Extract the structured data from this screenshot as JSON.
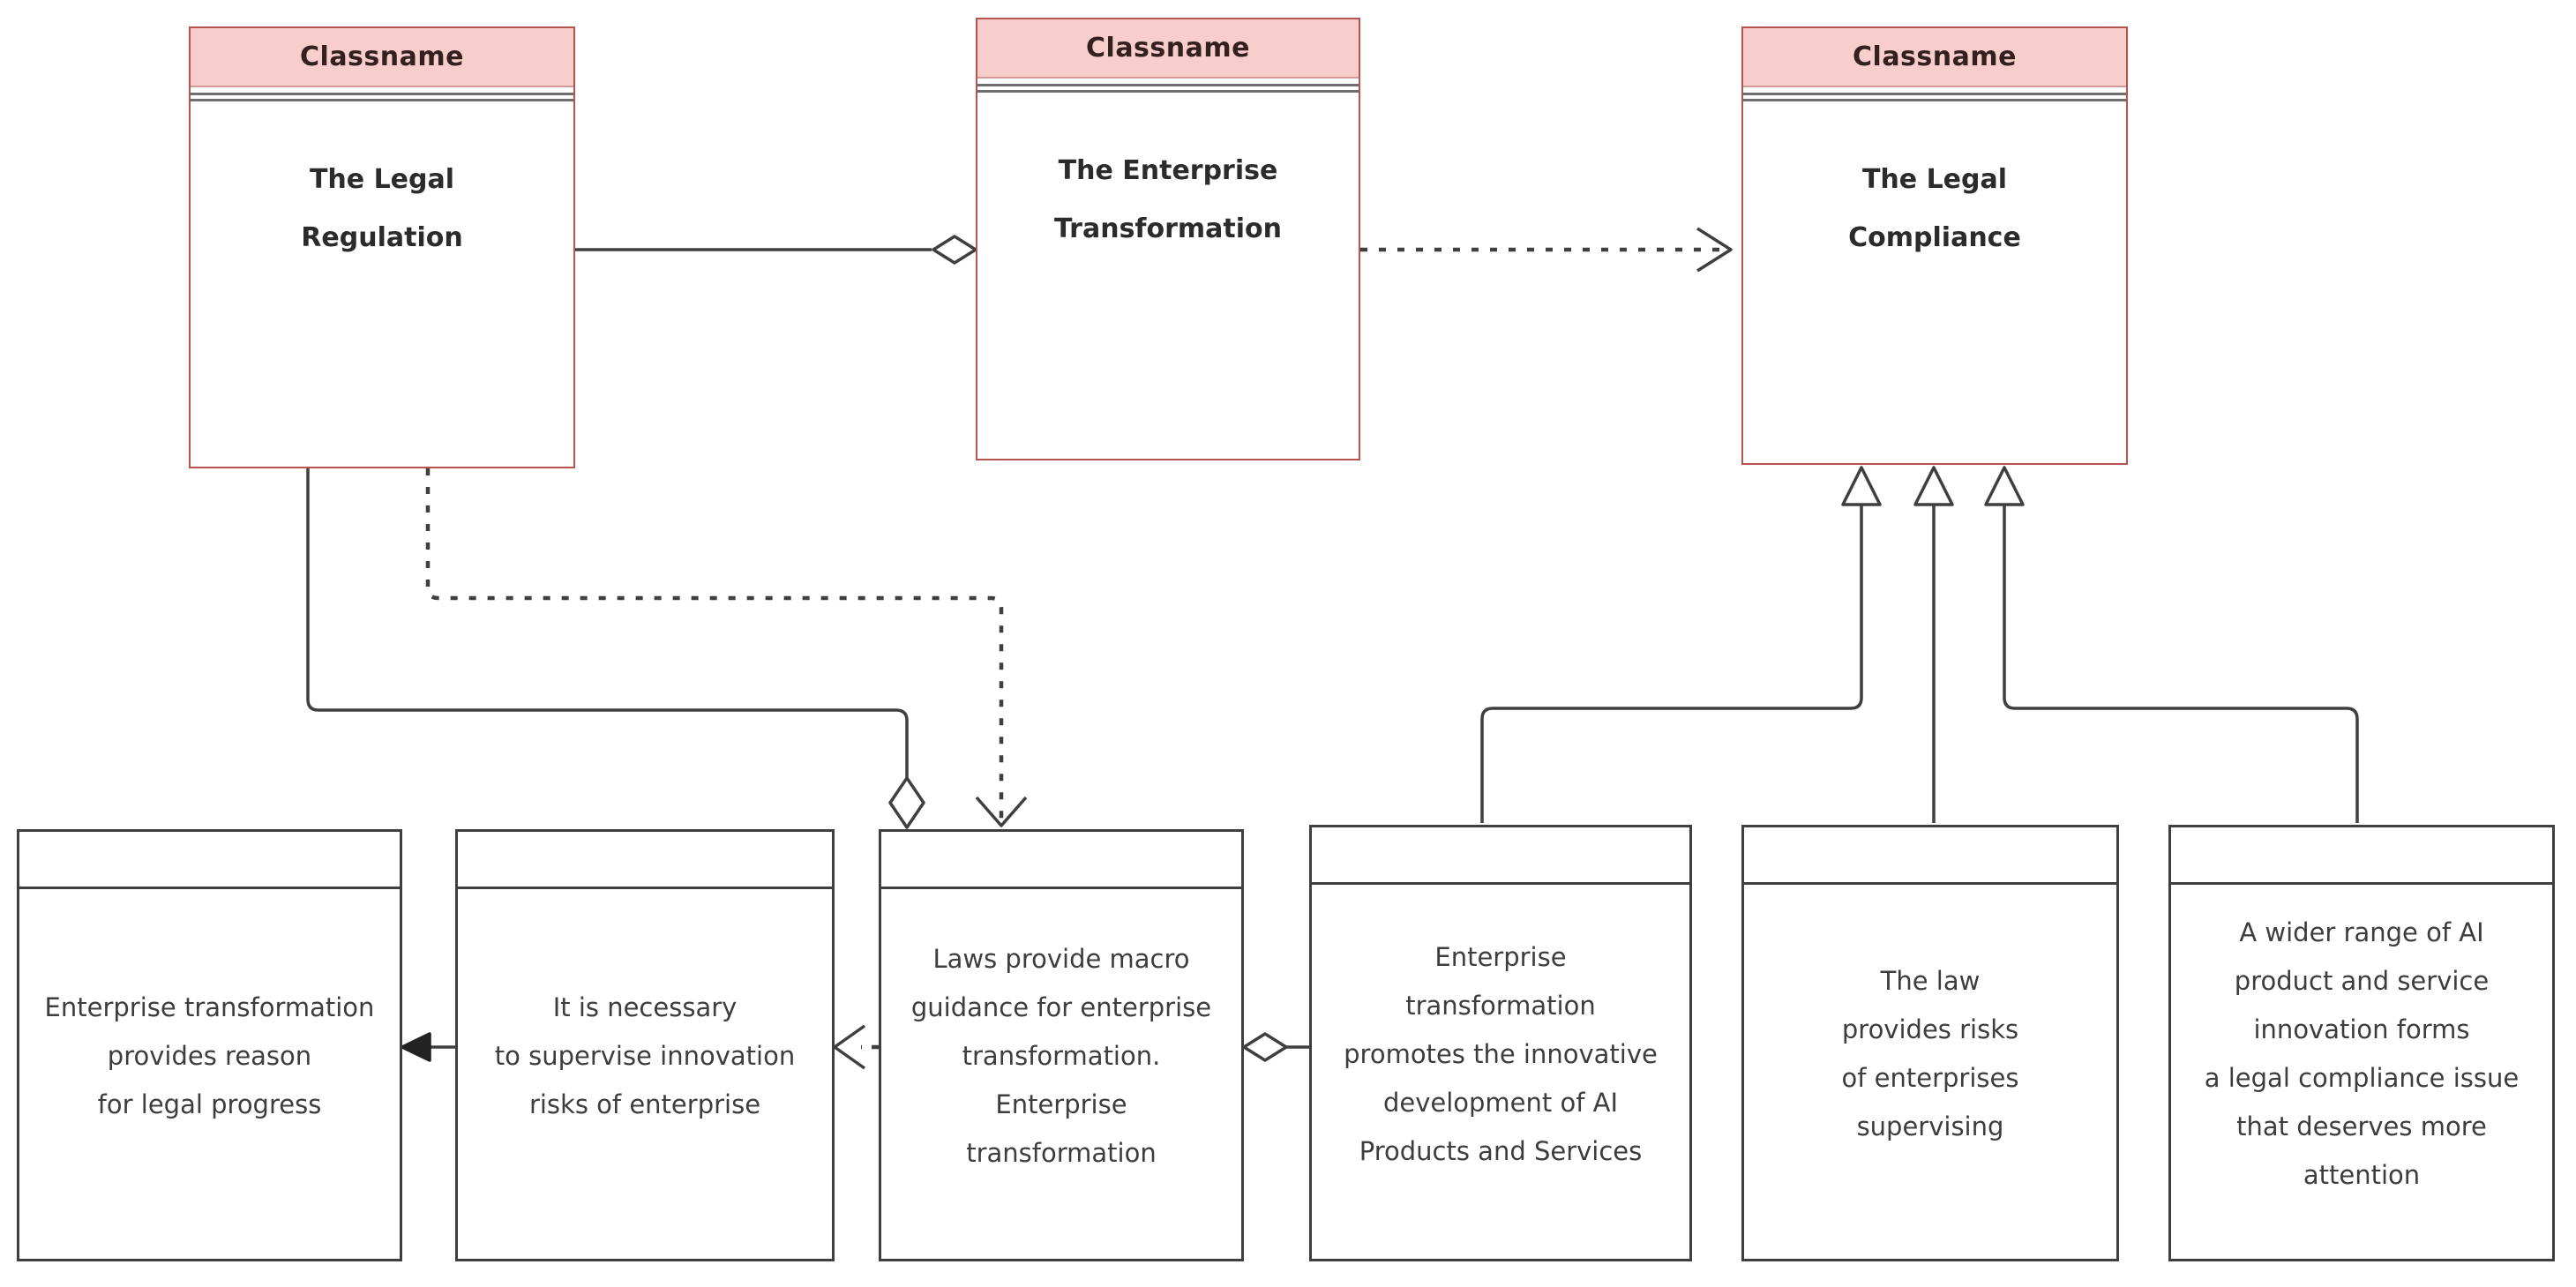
{
  "diagram": {
    "classes": [
      {
        "id": "legal-regulation",
        "header": "Classname",
        "title": "The Legal\nRegulation"
      },
      {
        "id": "enterprise-transformation",
        "header": "Classname",
        "title": "The Enterprise\nTransformation"
      },
      {
        "id": "legal-compliance",
        "header": "Classname",
        "title": "The Legal\nCompliance"
      }
    ],
    "notes": [
      {
        "id": "note-1",
        "text": "Enterprise transformation\nprovides reason\nfor legal progress"
      },
      {
        "id": "note-2",
        "text": "It is necessary\nto supervise innovation\nrisks of enterprise"
      },
      {
        "id": "note-3",
        "text": "Laws provide macro\nguidance for enterprise\ntransformation.\nEnterprise\ntransformation"
      },
      {
        "id": "note-4",
        "text": "Enterprise\ntransformation\npromotes the innovative\ndevelopment of AI\nProducts and Services"
      },
      {
        "id": "note-5",
        "text": "The law\nprovides risks\nof enterprises\nsupervising"
      },
      {
        "id": "note-6",
        "text": "A wider range of AI\nproduct and service\ninnovation forms\na legal compliance issue\nthat deserves more\nattention"
      }
    ],
    "relationships": [
      {
        "from": "legal-regulation",
        "to": "enterprise-transformation",
        "type": "aggregation",
        "line": "solid"
      },
      {
        "from": "enterprise-transformation",
        "to": "legal-compliance",
        "type": "dependency",
        "line": "dashed"
      },
      {
        "from": "legal-regulation",
        "to": "note-3",
        "type": "aggregation",
        "line": "solid"
      },
      {
        "from": "legal-regulation",
        "to": "note-3",
        "type": "dependency",
        "line": "dashed"
      },
      {
        "from": "note-4",
        "to": "legal-compliance",
        "type": "generalization",
        "line": "solid"
      },
      {
        "from": "note-5",
        "to": "legal-compliance",
        "type": "generalization",
        "line": "solid"
      },
      {
        "from": "note-6",
        "to": "legal-compliance",
        "type": "generalization",
        "line": "solid"
      },
      {
        "from": "note-2",
        "to": "note-1",
        "type": "directed-association",
        "line": "solid"
      },
      {
        "from": "note-3",
        "to": "note-2",
        "type": "dependency",
        "line": "dashed"
      },
      {
        "from": "note-4",
        "to": "note-3",
        "type": "aggregation",
        "line": "solid"
      }
    ],
    "colors": {
      "class_header_fill": "#f8cecc",
      "class_border": "#b85450",
      "note_border": "#3f3f3f",
      "line": "#3f3f3f",
      "text": "#3d3d3d",
      "header_text": "#33201f"
    }
  }
}
